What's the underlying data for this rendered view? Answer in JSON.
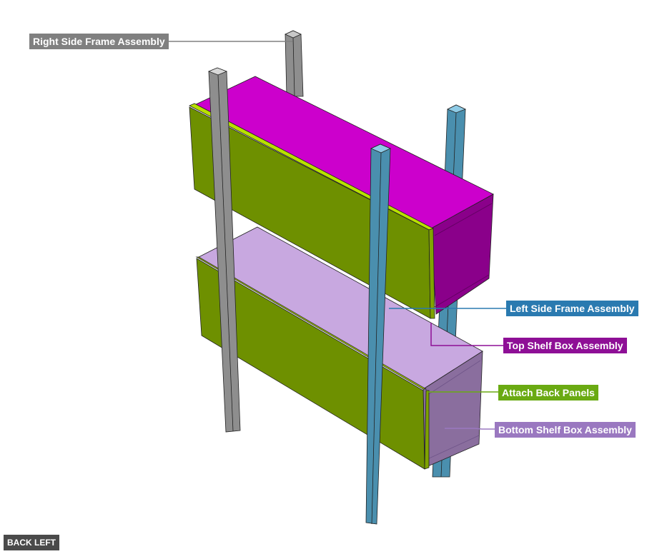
{
  "view": {
    "label": "BACK LEFT"
  },
  "callouts": [
    {
      "id": "right-side-frame",
      "label": "Right Side Frame Assembly",
      "color": "#808080"
    },
    {
      "id": "left-side-frame",
      "label": "Left Side Frame Assembly",
      "color": "#2a7ab0"
    },
    {
      "id": "top-shelf-box",
      "label": "Top Shelf Box Assembly",
      "color": "#8e0f96"
    },
    {
      "id": "attach-back-panels",
      "label": "Attach Back Panels",
      "color": "#6aaa12"
    },
    {
      "id": "bottom-shelf-box",
      "label": "Bottom Shelf Box Assembly",
      "color": "#9a78c0"
    }
  ],
  "model_colors": {
    "grey_post": "#8e8e8e",
    "blue_post": "#4a8fae",
    "top_box_top": "#cc00cc",
    "top_box_side": "#8a008a",
    "bottom_box_top": "#c8a8e0",
    "bottom_box_side": "#8a6e9e",
    "back_panel": "#6e9000",
    "back_panel_edge": "#b8e000"
  }
}
